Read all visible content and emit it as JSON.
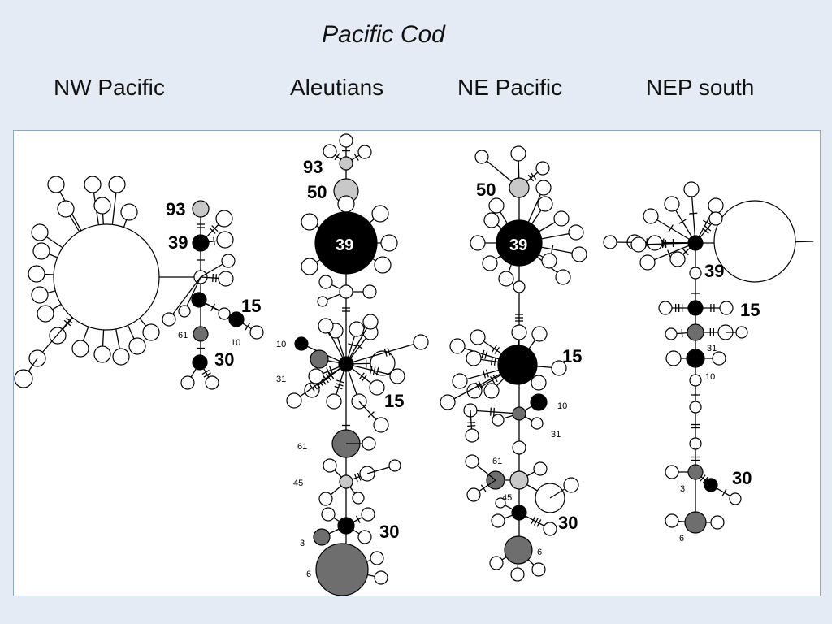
{
  "title": "Pacific Cod",
  "regions": [
    "NW Pacific",
    "Aleutians",
    "NE Pacific",
    "NEP south"
  ],
  "colors": {
    "background": "#e4ebf5",
    "panel_border": "#8ea6c9",
    "black": "#000000",
    "dark_gray": "#6e6e6e",
    "light_gray": "#c8c8c8",
    "white": "#ffffff"
  },
  "networks": {
    "nw_pacific": {
      "label_93": "93",
      "label_39": "39",
      "label_15": "15",
      "label_30": "30",
      "label_61": "61",
      "label_10": "10"
    },
    "aleutians": {
      "label_93": "93",
      "label_50": "50",
      "label_39": "39",
      "label_15": "15",
      "label_30": "30",
      "label_61": "61",
      "label_45": "45",
      "label_10": "10",
      "label_31": "31",
      "label_3": "3",
      "label_6": "6"
    },
    "ne_pacific": {
      "label_50": "50",
      "label_39": "39",
      "label_15": "15",
      "label_30": "30",
      "label_61": "61",
      "label_45": "45",
      "label_10": "10",
      "label_31": "31",
      "label_6": "6"
    },
    "nep_south": {
      "label_39": "39",
      "label_15": "15",
      "label_30": "30",
      "label_31": "31",
      "label_10": "10",
      "label_3": "3",
      "label_6": "6"
    }
  }
}
